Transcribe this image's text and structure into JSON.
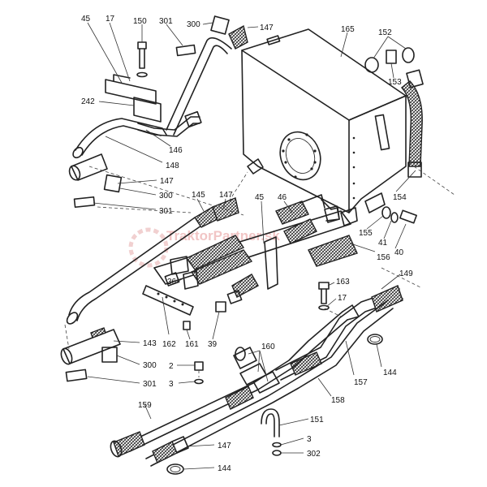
{
  "watermark": "TraktorPartner.sk",
  "labels": [
    {
      "id": "l45a",
      "text": "45"
    },
    {
      "id": "l17a",
      "text": "17"
    },
    {
      "id": "l150",
      "text": "150"
    },
    {
      "id": "l301a",
      "text": "301"
    },
    {
      "id": "l300a",
      "text": "300"
    },
    {
      "id": "l147a",
      "text": "147"
    },
    {
      "id": "l165",
      "text": "165"
    },
    {
      "id": "l152",
      "text": "152"
    },
    {
      "id": "l153",
      "text": "153"
    },
    {
      "id": "l242",
      "text": "242"
    },
    {
      "id": "l146",
      "text": "146"
    },
    {
      "id": "l148",
      "text": "148"
    },
    {
      "id": "l147b",
      "text": "147"
    },
    {
      "id": "l300b",
      "text": "300"
    },
    {
      "id": "l301b",
      "text": "301"
    },
    {
      "id": "l145",
      "text": "145"
    },
    {
      "id": "l147c",
      "text": "147"
    },
    {
      "id": "l45b",
      "text": "45"
    },
    {
      "id": "l46",
      "text": "46"
    },
    {
      "id": "l154",
      "text": "154"
    },
    {
      "id": "l155",
      "text": "155"
    },
    {
      "id": "l41",
      "text": "41"
    },
    {
      "id": "l40",
      "text": "40"
    },
    {
      "id": "l156",
      "text": "156"
    },
    {
      "id": "l149",
      "text": "149"
    },
    {
      "id": "l36",
      "text": "36"
    },
    {
      "id": "l163",
      "text": "163"
    },
    {
      "id": "l17b",
      "text": "17"
    },
    {
      "id": "l162",
      "text": "162"
    },
    {
      "id": "l161",
      "text": "161"
    },
    {
      "id": "l39",
      "text": "39"
    },
    {
      "id": "l143",
      "text": "143"
    },
    {
      "id": "l300c",
      "text": "300"
    },
    {
      "id": "l301c",
      "text": "301"
    },
    {
      "id": "l160",
      "text": "160"
    },
    {
      "id": "l2",
      "text": "2"
    },
    {
      "id": "l3a",
      "text": "3"
    },
    {
      "id": "l144a",
      "text": "144"
    },
    {
      "id": "l157",
      "text": "157"
    },
    {
      "id": "l158",
      "text": "158"
    },
    {
      "id": "l159",
      "text": "159"
    },
    {
      "id": "l151",
      "text": "151"
    },
    {
      "id": "l3b",
      "text": "3"
    },
    {
      "id": "l302",
      "text": "302"
    },
    {
      "id": "l147d",
      "text": "147"
    },
    {
      "id": "l144b",
      "text": "144"
    }
  ]
}
